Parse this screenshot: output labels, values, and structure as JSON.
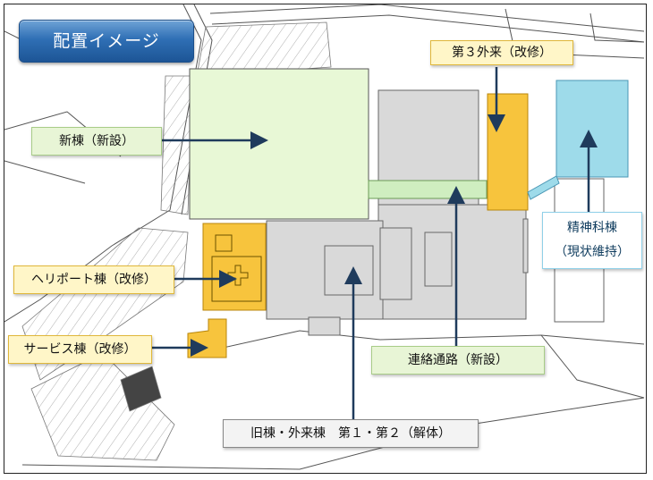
{
  "title": "配置イメージ",
  "colors": {
    "new_building": "#e8f8d6",
    "renovation": "#f7c43d",
    "existing_keep": "#9edbea",
    "old_demolish": "#d9d9d9",
    "arrow": "#1f3b5c"
  },
  "labels": {
    "outpatient3": "第３外来（改修）",
    "new_building": "新棟（新設）",
    "psychiatric_line1": "精神科棟",
    "psychiatric_line2": "（現状維持）",
    "heliport": "ヘリポート棟（改修）",
    "service": "サービス棟（改修）",
    "connecting": "連絡通路（新設）",
    "old_building": "旧棟・外来棟　第１・第２（解体）"
  }
}
